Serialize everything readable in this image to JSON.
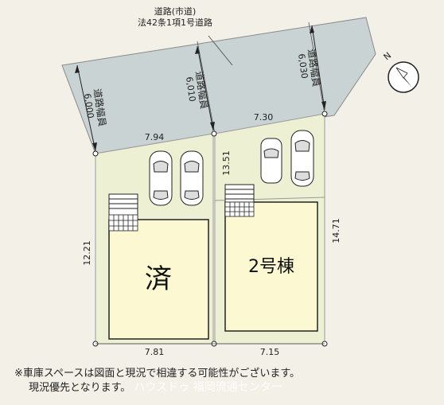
{
  "road": {
    "title_line1": "道路(市道)",
    "title_line2": "法42条1項1号道路",
    "width_labels": [
      {
        "label": "道路幅員",
        "value": "6,000"
      },
      {
        "label": "道路幅員",
        "value": "6,010"
      },
      {
        "label": "道路幅員",
        "value": "6,030"
      }
    ]
  },
  "dimensions": {
    "lot1_front": "7.94",
    "lot2_front": "7.30",
    "lot1_left": "12.21",
    "lot2_upper_left": "13.51",
    "lot2_right": "14.71",
    "lot1_bottom": "7.81",
    "lot2_bottom": "7.15"
  },
  "lots": [
    {
      "label": "済"
    },
    {
      "label": "2号棟"
    }
  ],
  "compass": {
    "label": "N"
  },
  "note": {
    "line1": "※車庫スペースは図面と現況で相違する可能性がございます。",
    "line2": "現況優先となります。",
    "watermark": "ハウスドゥ 福岡流通センター"
  },
  "colors": {
    "background": "#f3f0e8",
    "road": "#c9d3d3",
    "lot": "#eef0d3",
    "building": "#fbf8d2"
  }
}
